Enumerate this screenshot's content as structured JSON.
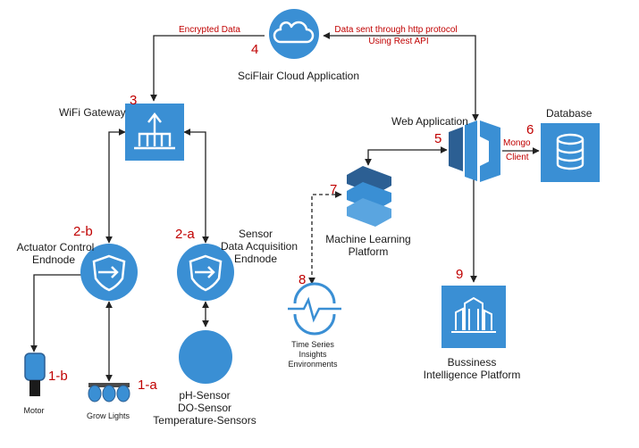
{
  "nodes": {
    "cloud": {
      "label": "SciFlair Cloud Application",
      "number": "4"
    },
    "gateway": {
      "label": "WiFi Gateway",
      "number": "3"
    },
    "actuator": {
      "label_line1": "Actuator Control",
      "label_line2": "Endnode",
      "number": "2-b"
    },
    "sensor_node": {
      "label_line1": "Sensor",
      "label_line2": "Data Acquisition",
      "label_line3": "Endnode",
      "number": "2-a"
    },
    "motor": {
      "label": "Motor",
      "number": "1-b"
    },
    "grow_lights": {
      "label": "Grow Lights",
      "number": "1-a"
    },
    "sensors": {
      "label_line1": "pH-Sensor",
      "label_line2": "DO-Sensor",
      "label_line3": "Temperature-Sensors"
    },
    "web_app": {
      "label": "Web Application",
      "number": "5"
    },
    "database": {
      "label": "Database",
      "number": "6"
    },
    "ml": {
      "label_line1": "Machine Learning",
      "label_line2": "Platform",
      "number": "7"
    },
    "time_series": {
      "label_line1": "Time Series",
      "label_line2": "Insights",
      "label_line3": "Environments",
      "number": "8"
    },
    "bi": {
      "label_line1": "Bussiness",
      "label_line2": "Intelligence Platform",
      "number": "9"
    }
  },
  "edges": {
    "encrypted": "Encrypted Data",
    "http_line1": "Data sent through http protocol",
    "http_line2": "Using Rest API",
    "mongo_line1": "Mongo",
    "mongo_line2": "Client"
  },
  "colors": {
    "primary": "#3a8fd4",
    "dark": "#2c5f93",
    "accent": "#c00000",
    "line": "#222222"
  }
}
